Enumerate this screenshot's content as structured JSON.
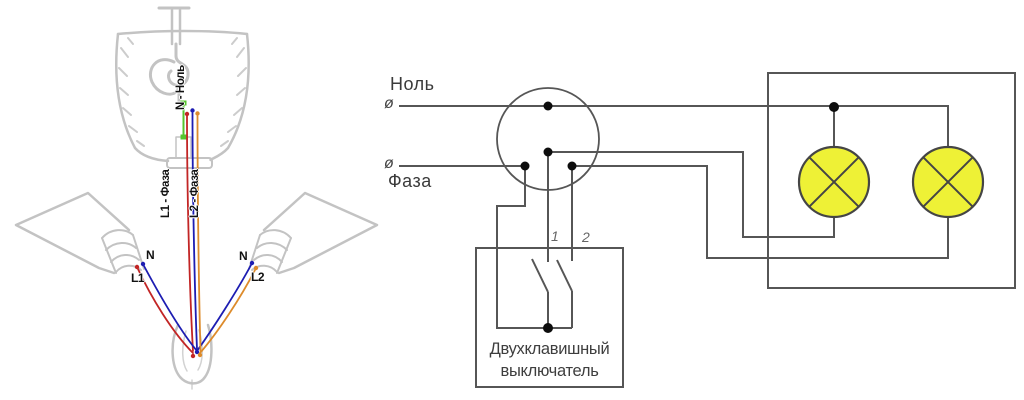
{
  "page": {
    "background": "#ffffff"
  },
  "sketch": {
    "labels": {
      "hanging_wire_neutral": "N - Ноль",
      "hanging_wire_l1": "L1 - Фаза",
      "hanging_wire_l2": "L2 - Фаза",
      "left_socket_neutral": "N",
      "left_socket_phase": "L1",
      "right_socket_neutral": "N",
      "right_socket_phase": "L2"
    },
    "colors": {
      "outline_gray": "#c3c3c3",
      "wire_green": "#56c52e",
      "wire_red": "#c22525",
      "wire_blue": "#1d1db2",
      "wire_orange": "#dd8b2b"
    }
  },
  "schematic": {
    "labels": {
      "neutral": "Ноль",
      "phase": "Фаза",
      "neutral_terminal_symbol": "ø",
      "phase_terminal_symbol": "ø",
      "switch_line_1": "1",
      "switch_line_2": "2",
      "switch_caption_line_1": "Двухклавишный",
      "switch_caption_line_2": "выключатель"
    },
    "colors": {
      "line": "#565656",
      "lamp_fill": "#eef136",
      "junction_dot": "#0d0d0d"
    }
  }
}
